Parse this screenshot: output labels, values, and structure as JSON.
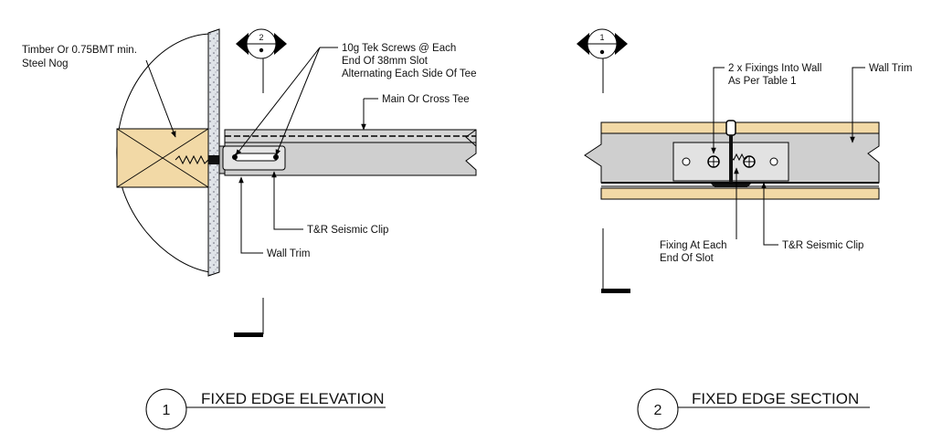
{
  "details": [
    {
      "number": "1",
      "title": "FIXED EDGE ELEVATION",
      "section_marker": "2",
      "labels": {
        "nog": [
          "Timber Or 0.75BMT min.",
          "Steel Nog"
        ],
        "screws": [
          "10g Tek Screws @ Each",
          "End Of 38mm Slot",
          "Alternating Each Side Of Tee"
        ],
        "tee": "Main Or Cross Tee",
        "clip": "T&R Seismic Clip",
        "trim": "Wall Trim"
      }
    },
    {
      "number": "2",
      "title": "FIXED EDGE SECTION",
      "section_marker": "1",
      "labels": {
        "fixings": [
          "2 x Fixings Into Wall",
          "As Per Table 1"
        ],
        "trim": "Wall Trim",
        "slot": [
          "Fixing At Each",
          "End Of Slot"
        ],
        "clip": "T&R Seismic Clip"
      }
    }
  ],
  "colors": {
    "timber": "#f2d9a6",
    "steel": "#cfcfcf",
    "concrete": "#dfe3e8",
    "line": "#000000"
  }
}
